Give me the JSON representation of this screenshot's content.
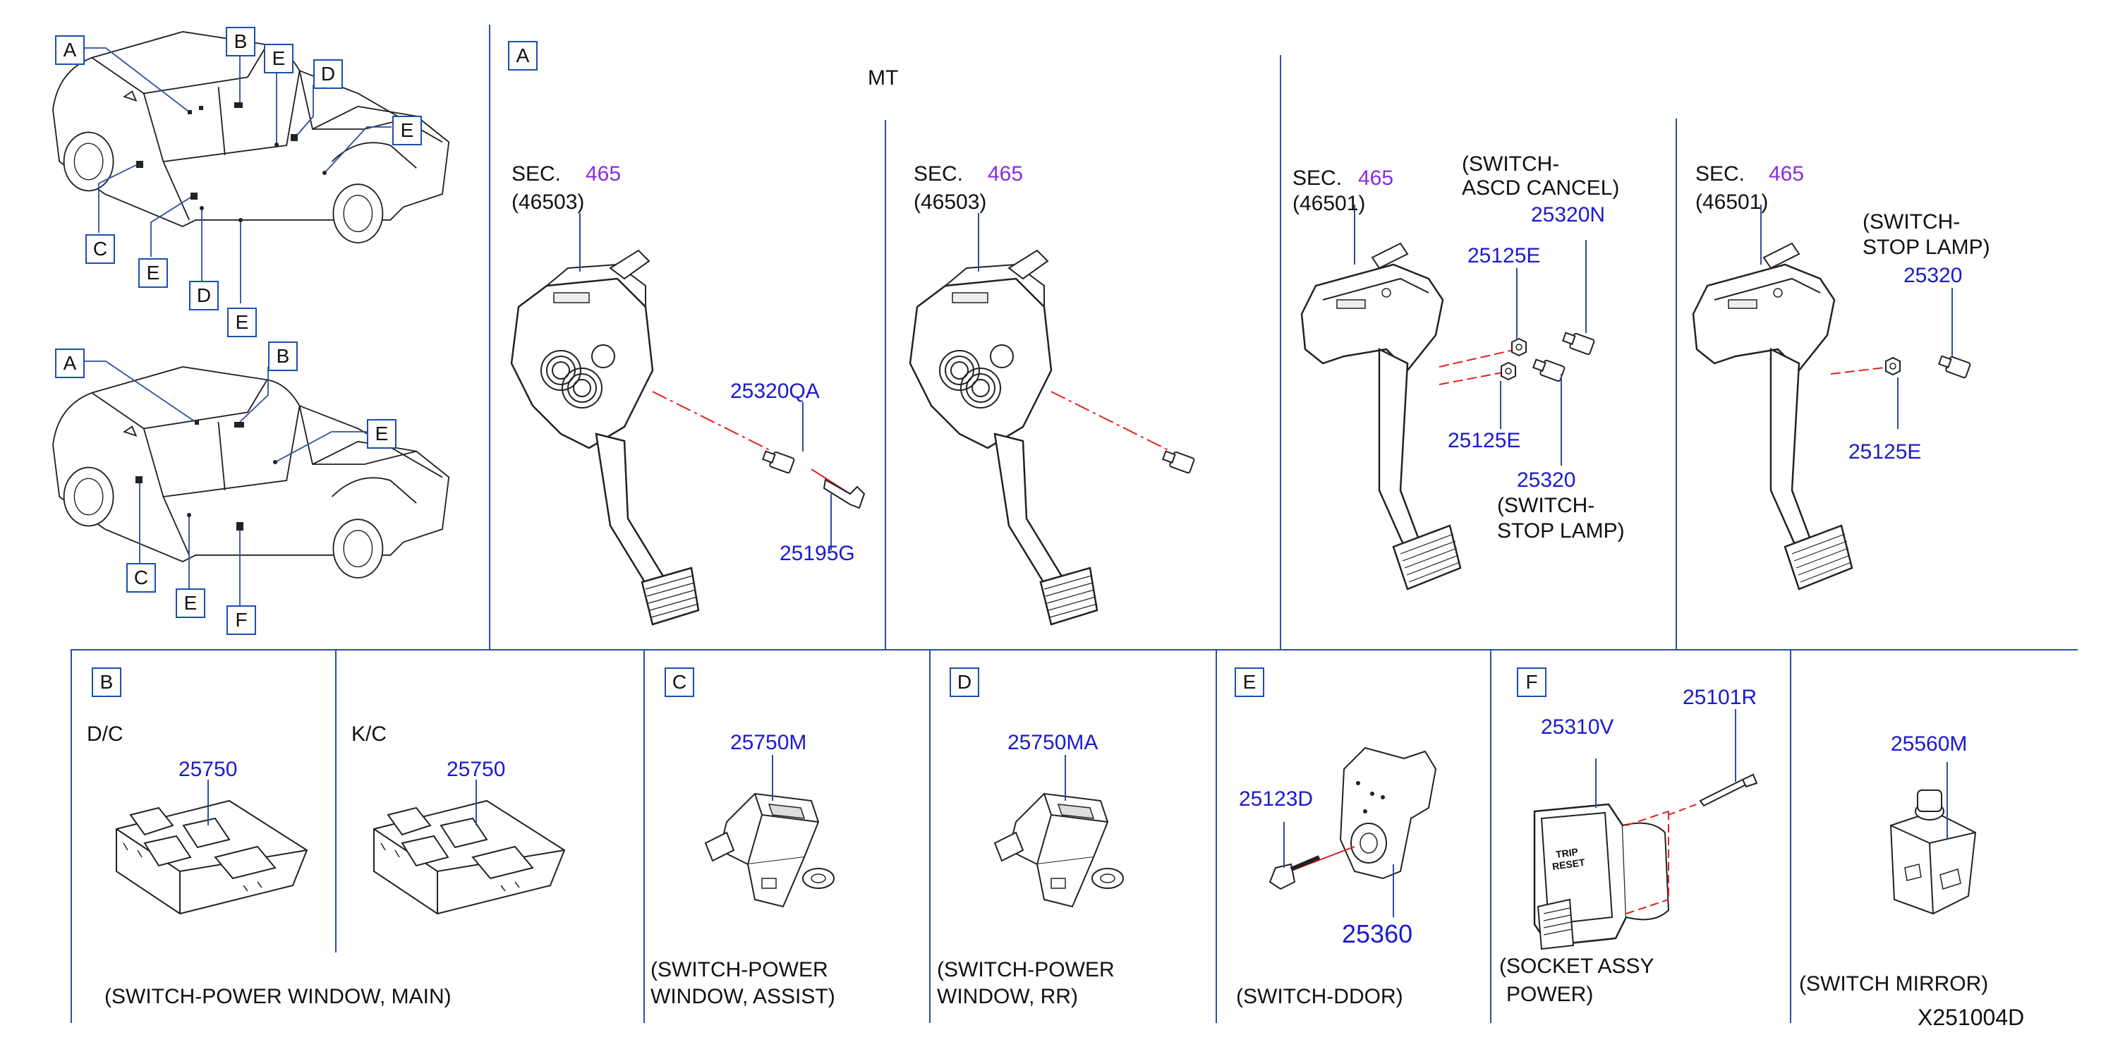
{
  "top_left": {
    "truck1_callouts": [
      "A",
      "B",
      "E",
      "D",
      "E",
      "C",
      "E",
      "D",
      "E"
    ],
    "truck2_callouts": [
      "A",
      "B",
      "E",
      "C",
      "E",
      "F"
    ]
  },
  "panel_a": {
    "tag": "A",
    "mt_label": "MT",
    "sec_prefix": "SEC.",
    "p1": {
      "sec": "465",
      "ref": "(46503)",
      "part1": "25320QA",
      "part2": "25195G"
    },
    "p2": {
      "sec": "465",
      "ref": "(46503)"
    },
    "p3": {
      "sec": "465",
      "ref": "(46501)",
      "desc1_line1": "(SWITCH-",
      "desc1_line2": "ASCD   CANCEL)",
      "part_a": "25320N",
      "part_b": "25125E",
      "part_c": "25125E",
      "part_d": "25320",
      "desc2_line1": "(SWITCH-",
      "desc2_line2": "STOP   LAMP)"
    },
    "p4": {
      "sec": "465",
      "ref": "(46501)",
      "desc_line1": "(SWITCH-",
      "desc_line2": "STOP   LAMP)",
      "part_a": "25320",
      "part_b": "25125E"
    }
  },
  "panel_b": {
    "tag": "B",
    "dc_label": "D/C",
    "kc_label": "K/C",
    "part_dc": "25750",
    "part_kc": "25750",
    "desc": "(SWITCH-POWER   WINDOW,   MAIN)"
  },
  "panel_c": {
    "tag": "C",
    "part": "25750M",
    "desc_line1": "(SWITCH-POWER",
    "desc_line2": "WINDOW,   ASSIST)"
  },
  "panel_d": {
    "tag": "D",
    "part": "25750MA",
    "desc_line1": "(SWITCH-POWER",
    "desc_line2": "WINDOW,   RR)"
  },
  "panel_e": {
    "tag": "E",
    "part_screw": "25123D",
    "part_main": "25360",
    "desc": "(SWITCH-DDOR)"
  },
  "panel_f": {
    "tag": "F",
    "part_socket": "25310V",
    "part_rivet": "25101R",
    "desc_line1": "(SOCKET   ASSY",
    "desc_line2": "POWER)",
    "socket_text1": "TRIP",
    "socket_text2": "RESET"
  },
  "panel_mirror": {
    "part": "25560M",
    "desc": "(SWITCH   MIRROR)"
  },
  "diagram_id": "X251004D"
}
